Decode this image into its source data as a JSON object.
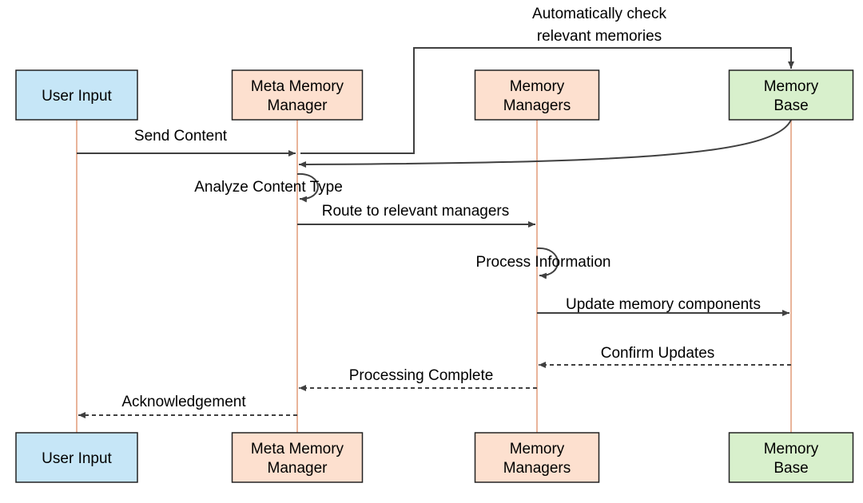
{
  "colors": {
    "user_fill": "#c6e6f7",
    "manager_fill": "#fde0cf",
    "base_fill": "#d8f0cc",
    "lifeline": "#e9b49a",
    "arrow": "#404040",
    "box_border": "#222222"
  },
  "participants": [
    {
      "id": "user",
      "kind": "user",
      "lines": [
        "User Input"
      ]
    },
    {
      "id": "meta",
      "kind": "manager",
      "lines": [
        "Meta Memory",
        "Manager"
      ]
    },
    {
      "id": "managers",
      "kind": "manager",
      "lines": [
        "Memory",
        "Managers"
      ]
    },
    {
      "id": "base",
      "kind": "base",
      "lines": [
        "Memory",
        "Base"
      ]
    }
  ],
  "messages": [
    {
      "id": "send-content",
      "from": "user",
      "to": "meta",
      "style": "solid",
      "label": "Send Content"
    },
    {
      "id": "check-memories",
      "from": "meta",
      "to": "base",
      "style": "solid",
      "label": [
        "Automatically check",
        "relevant memories"
      ]
    },
    {
      "id": "return-memories",
      "from": "base",
      "to": "meta",
      "style": "solid",
      "label": ""
    },
    {
      "id": "analyze",
      "from": "meta",
      "to": "meta",
      "style": "self",
      "label": "Analyze Content Type"
    },
    {
      "id": "route",
      "from": "meta",
      "to": "managers",
      "style": "solid",
      "label": "Route to relevant managers"
    },
    {
      "id": "process",
      "from": "managers",
      "to": "managers",
      "style": "self",
      "label": "Process Information"
    },
    {
      "id": "update",
      "from": "managers",
      "to": "base",
      "style": "solid",
      "label": "Update memory components"
    },
    {
      "id": "confirm",
      "from": "base",
      "to": "managers",
      "style": "dashed",
      "label": "Confirm Updates"
    },
    {
      "id": "complete",
      "from": "managers",
      "to": "meta",
      "style": "dashed",
      "label": "Processing Complete"
    },
    {
      "id": "ack",
      "from": "meta",
      "to": "user",
      "style": "dashed",
      "label": "Acknowledgement"
    }
  ]
}
